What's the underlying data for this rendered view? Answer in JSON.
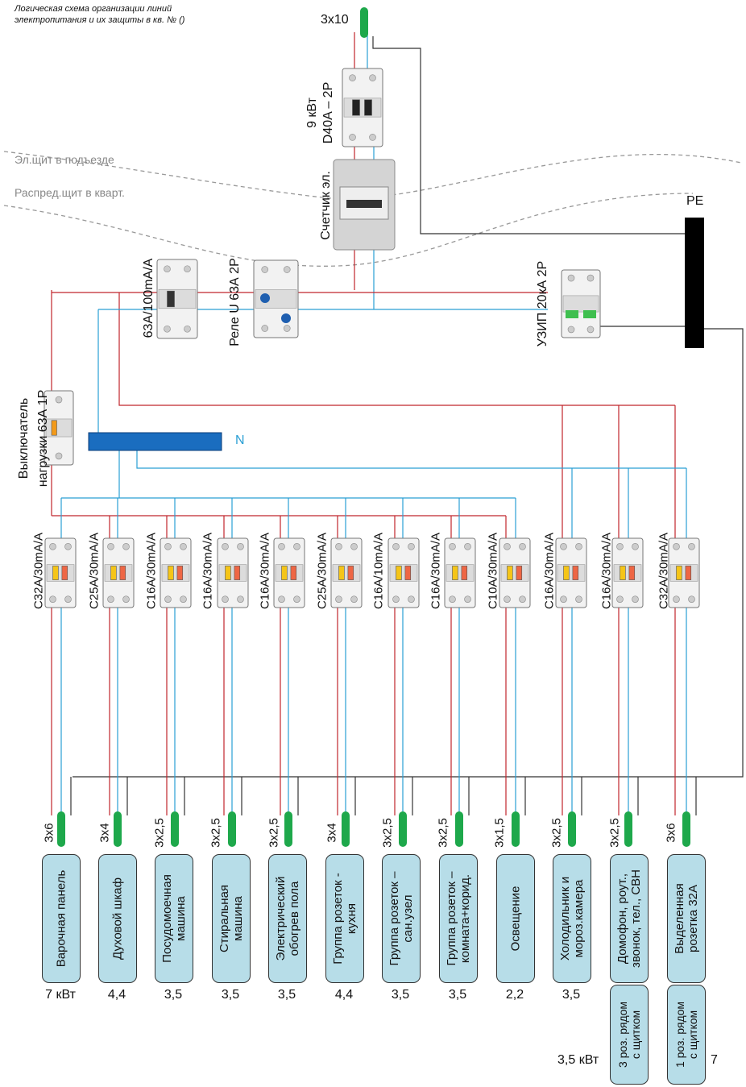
{
  "title_lines": [
    "Логическая схема организации линий",
    "электропитания и их защиты в кв. № ()"
  ],
  "input_cable": "3х10",
  "main_breaker": {
    "power": "9 кВт",
    "rating": "D40A – 2P"
  },
  "meter_label": "Счетчик эл.",
  "zones": {
    "stairwell": "Эл.щит в подъезде",
    "apartment": "Распред.щит в кварт."
  },
  "pe_label": "PE",
  "n_label": "N",
  "rcd_label": "63А/100mA/A",
  "relay_label": "Реле U 63А 2P",
  "spd_label": "УЗИП 20кА 2P",
  "switch_label": [
    "Выключатель",
    "нагрузки 63А 1Р"
  ],
  "branches": [
    {
      "rating": "С32А/30mA/A",
      "cable": "3х6",
      "load": [
        "Варочная панель"
      ],
      "power": "7 кВт"
    },
    {
      "rating": "С25А/30mA/A",
      "cable": "3х4",
      "load": [
        "Духовой шкаф"
      ],
      "power": "4,4"
    },
    {
      "rating": "С16А/30mA/A",
      "cable": "3х2,5",
      "load": [
        "Посудомоечная",
        "машина"
      ],
      "power": "3,5"
    },
    {
      "rating": "С16А/30mA/A",
      "cable": "3х2,5",
      "load": [
        "Стиральная",
        "машина"
      ],
      "power": "3,5"
    },
    {
      "rating": "С16А/30mA/A",
      "cable": "3х2,5",
      "load": [
        "Электрический",
        "обогрев пола"
      ],
      "power": "3,5"
    },
    {
      "rating": "С25А/30mA/A",
      "cable": "3х4",
      "load": [
        "Группа розеток -",
        "кухня"
      ],
      "power": "4,4"
    },
    {
      "rating": "С16А/10mA/A",
      "cable": "3х2,5",
      "load": [
        "Группа розеток –",
        "сан.узел"
      ],
      "power": "3,5"
    },
    {
      "rating": "С16А/30mA/A",
      "cable": "3х2,5",
      "load": [
        "Группа розеток –",
        "комната+корид."
      ],
      "power": "3,5"
    },
    {
      "rating": "С10А/30mA/A",
      "cable": "3х1,5",
      "load": [
        "Освещение"
      ],
      "power": "2,2"
    },
    {
      "rating": "С16А/30mA/A",
      "cable": "3х2,5",
      "load": [
        "Холодильник и",
        "мороз.камера"
      ],
      "power": "3,5"
    },
    {
      "rating": "С16А/30mA/A",
      "cable": "3х2,5",
      "load": [
        "Домофон, роут.,",
        "звонок, тел., СВН"
      ],
      "power": "3,5 кВт",
      "sub": [
        "3 роз. рядом",
        "с щитком"
      ]
    },
    {
      "rating": "С32А/30mA/A",
      "cable": "3х6",
      "load": [
        "Выделенная",
        "розетка 32А"
      ],
      "power": "7",
      "sub": [
        "1 роз. рядом",
        "с щитком"
      ]
    }
  ],
  "colors": {
    "phase": "#c0262c",
    "neutral": "#2a9fd4",
    "earth": "#333333",
    "cable": "#1ea84b",
    "n_bus": "#1a6dbf",
    "pe_bus": "#000000",
    "load_box": "#b7dde8"
  }
}
